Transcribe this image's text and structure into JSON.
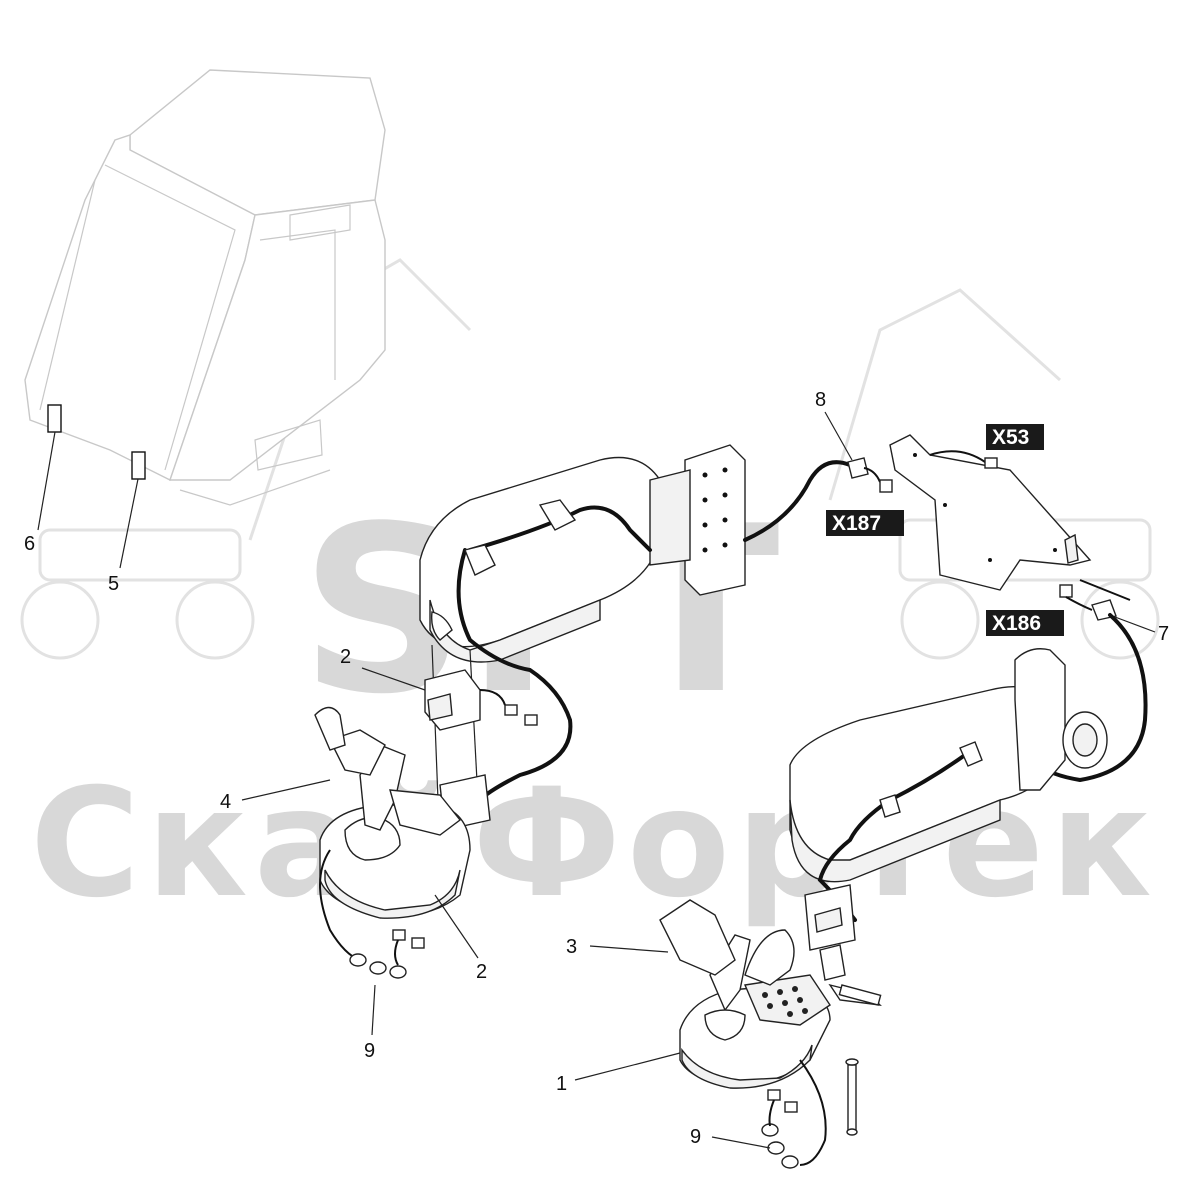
{
  "watermark": {
    "logo": "SFT",
    "brand": "СкайФортек"
  },
  "callouts": {
    "c1": "1",
    "c2a": "2",
    "c2b": "2",
    "c3": "3",
    "c4": "4",
    "c5": "5",
    "c6": "6",
    "c7": "7",
    "c8": "8",
    "c9a": "9",
    "c9b": "9"
  },
  "connectors": {
    "x53": "X53",
    "x187": "X187",
    "x186": "X186"
  },
  "colors": {
    "line": "#222222",
    "cab_outline": "#c8c8c8",
    "watermark": "#d8d8d8",
    "label_bg": "#1a1a1a"
  }
}
